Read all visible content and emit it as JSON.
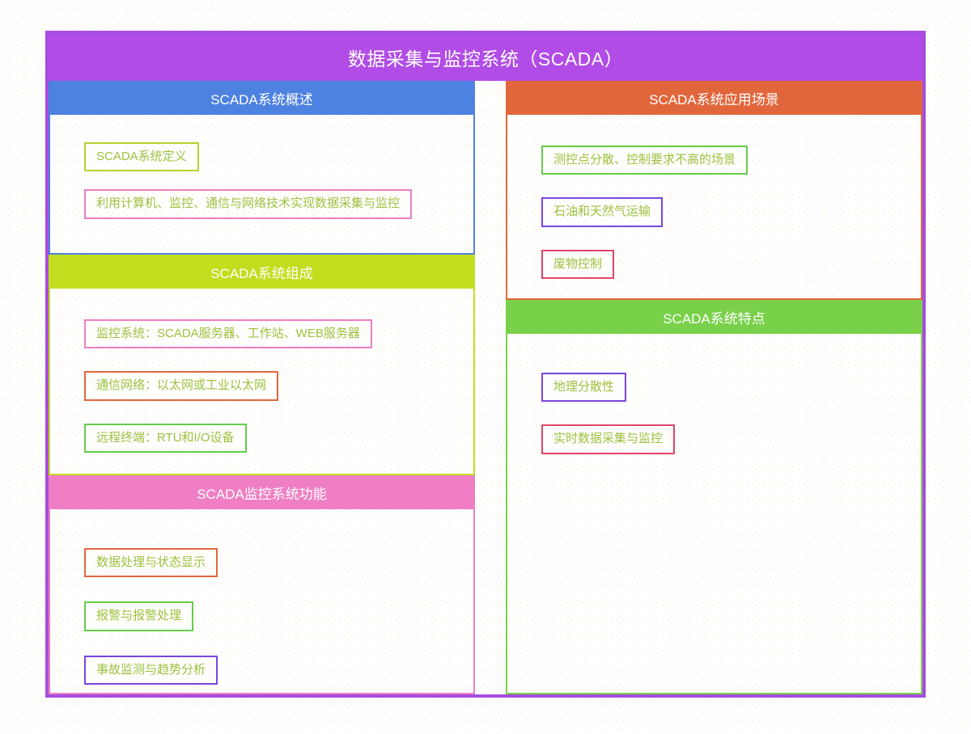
{
  "root": {
    "title": "数据采集与监控系统（SCADA）",
    "color": "#b14ce6",
    "border_color": "#a64ce0"
  },
  "background": {
    "base_color": "#fdf6e8",
    "wave_color": "#f7e6cc",
    "pattern": "seigaiha-wave-pattern"
  },
  "sections": [
    {
      "id": "overview",
      "title": "SCADA系统概述",
      "color": "#4d82e0",
      "column": "left",
      "items": [
        {
          "label": "SCADA系统定义",
          "border_color": "#b5d334",
          "text_color": "#9dc13f"
        },
        {
          "label": "利用计算机、监控、通信与网络技术实现数据采集与监控",
          "border_color": "#ef7ec4",
          "text_color": "#9dc13f"
        }
      ]
    },
    {
      "id": "composition",
      "title": "SCADA系统组成",
      "color": "#c2dd1e",
      "column": "left",
      "items": [
        {
          "label": "监控系统：SCADA服务器、工作站、WEB服务器",
          "border_color": "#ef7ec4",
          "text_color": "#9dc13f"
        },
        {
          "label": "通信网络：以太网或工业以太网",
          "border_color": "#e2663c",
          "text_color": "#9dc13f"
        },
        {
          "label": "远程终端：RTU和I/O设备",
          "border_color": "#63cc4c",
          "text_color": "#9dc13f"
        }
      ]
    },
    {
      "id": "function",
      "title": "SCADA监控系统功能",
      "color": "#ef7ec4",
      "column": "left",
      "items": [
        {
          "label": "数据处理与状态显示",
          "border_color": "#e2663c",
          "text_color": "#9dc13f"
        },
        {
          "label": "报警与报警处理",
          "border_color": "#63cc4c",
          "text_color": "#9dc13f"
        },
        {
          "label": "事故监测与趋势分析",
          "border_color": "#7a45e0",
          "text_color": "#9dc13f"
        }
      ]
    },
    {
      "id": "scenario",
      "title": "SCADA系统应用场景",
      "color": "#e2663c",
      "column": "right",
      "items": [
        {
          "label": "测控点分散、控制要求不高的场景",
          "border_color": "#63cc4c",
          "text_color": "#9dc13f"
        },
        {
          "label": "石油和天然气运输",
          "border_color": "#7a45e0",
          "text_color": "#9dc13f"
        },
        {
          "label": "废物控制",
          "border_color": "#e0446b",
          "text_color": "#9dc13f"
        }
      ]
    },
    {
      "id": "feature",
      "title": "SCADA系统特点",
      "color": "#79d14a",
      "column": "right",
      "items": [
        {
          "label": "地理分散性",
          "border_color": "#7a45e0",
          "text_color": "#9dc13f"
        },
        {
          "label": "实时数据采集与监控",
          "border_color": "#e0446b",
          "text_color": "#9dc13f"
        }
      ]
    }
  ]
}
